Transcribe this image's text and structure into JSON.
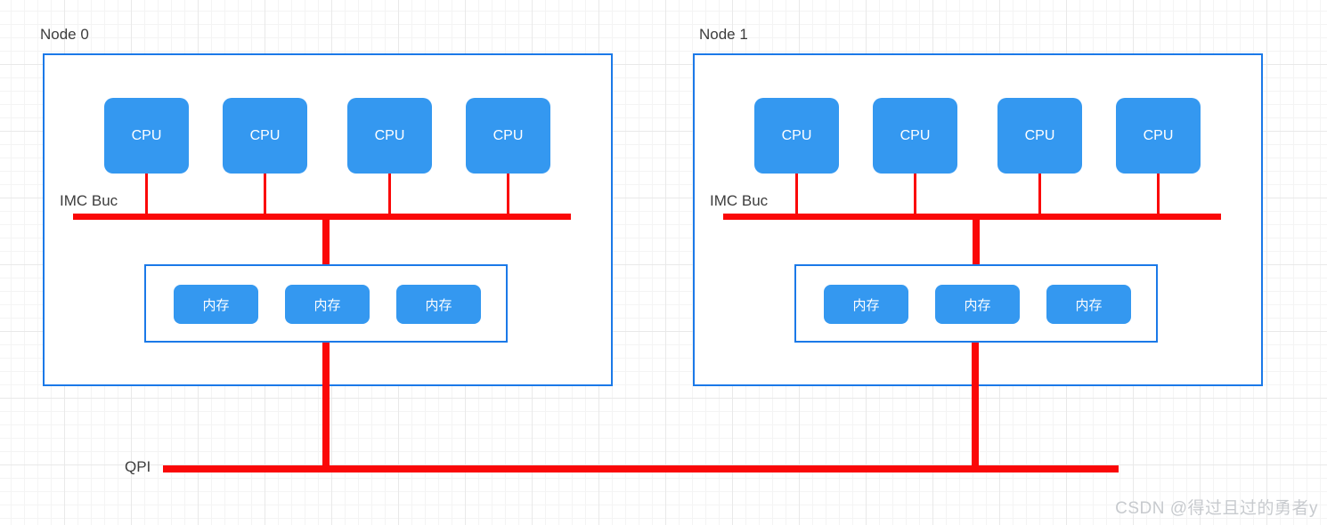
{
  "diagram": {
    "nodes": [
      {
        "title": "Node 0",
        "bus_label": "IMC Buc",
        "cpus": [
          "CPU",
          "CPU",
          "CPU",
          "CPU"
        ],
        "memories": [
          "内存",
          "内存",
          "内存"
        ]
      },
      {
        "title": "Node 1",
        "bus_label": "IMC Buc",
        "cpus": [
          "CPU",
          "CPU",
          "CPU",
          "CPU"
        ],
        "memories": [
          "内存",
          "内存",
          "内存"
        ]
      }
    ],
    "qpi_label": "QPI",
    "watermark": "CSDN @得过且过的勇者y",
    "colors": {
      "shape_fill": "#3498f0",
      "container_border": "#1b79e8",
      "bus_line": "#fa0808",
      "label_text": "#3c3c3c",
      "shape_text": "#ffffff",
      "watermark_text": "#c7cace"
    }
  }
}
